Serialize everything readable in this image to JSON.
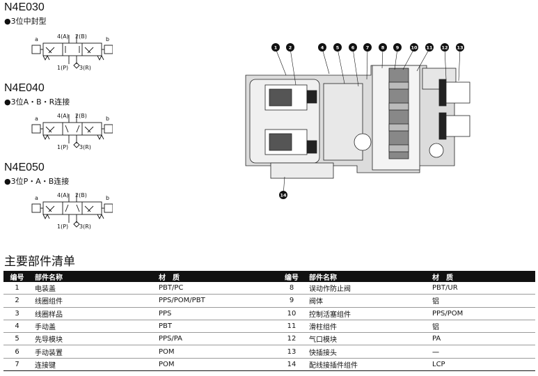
{
  "models": [
    {
      "code": "N4E030",
      "desc": "●3位中封型"
    },
    {
      "code": "N4E040",
      "desc": "●3位A・B・R连接"
    },
    {
      "code": "N4E050",
      "desc": "●3位P・A・B连接"
    }
  ],
  "symbol_labels": {
    "a": "a",
    "b": "b",
    "port4": "4(A)",
    "port2": "2(B)",
    "port1": "1(P)",
    "port3": "3(R)"
  },
  "diagram_callouts": [
    "1",
    "2",
    "4",
    "5",
    "6",
    "7",
    "8",
    "9",
    "10",
    "11",
    "12",
    "13",
    "14"
  ],
  "parts_title": "主要部件清单",
  "table": {
    "headers": [
      "编号",
      "部件名称",
      "材　质",
      "编号",
      "部件名称",
      "材　质"
    ],
    "rows": [
      [
        "1",
        "电装盖",
        "PBT/PC",
        "8",
        "误动作防止阀",
        "PBT/UR"
      ],
      [
        "2",
        "线圈组件",
        "PPS/POM/PBT",
        "9",
        "阀体",
        "铝"
      ],
      [
        "3",
        "线圈样品",
        "PPS",
        "10",
        "控制活塞组件",
        "PPS/POM"
      ],
      [
        "4",
        "手动盖",
        "PBT",
        "11",
        "滑柱组件",
        "铝"
      ],
      [
        "5",
        "先导模块",
        "PPS/PA",
        "12",
        "气口模块",
        "PA"
      ],
      [
        "6",
        "手动装置",
        "POM",
        "13",
        "快插接头",
        "一"
      ],
      [
        "7",
        "连接键",
        "POM",
        "14",
        "配线接插件组件",
        "LCP"
      ]
    ]
  }
}
